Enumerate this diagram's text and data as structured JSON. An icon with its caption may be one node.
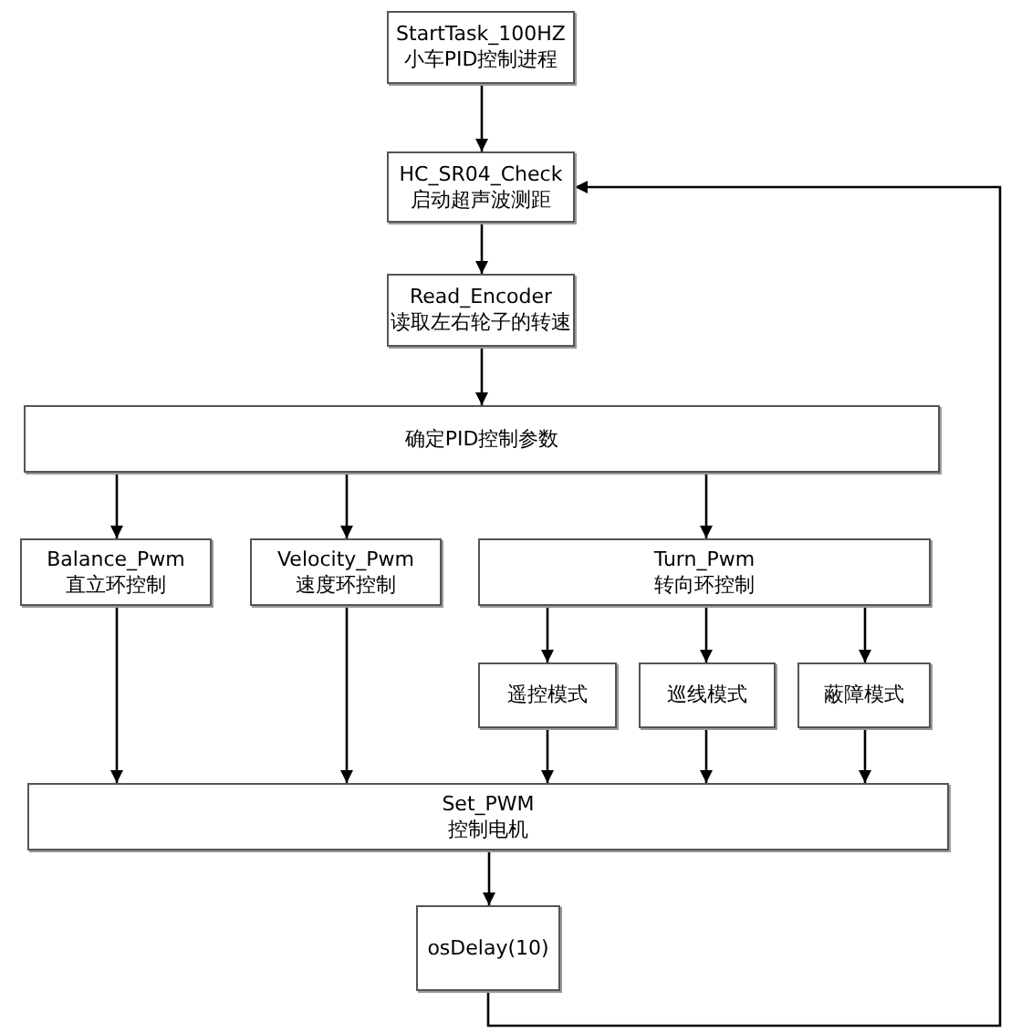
{
  "diagram": {
    "nodes": [
      {
        "text": [
          "StartTask_100HZ",
          "小车PID控制进程"
        ]
      },
      {
        "text": [
          "HC_SR04_Check",
          "启动超声波测距"
        ]
      },
      {
        "text": [
          "Read_Encoder",
          "读取左右轮子的转速"
        ]
      },
      {
        "text": [
          "确定PID控制参数"
        ]
      },
      {
        "text": [
          "Balance_Pwm",
          "直立环控制"
        ]
      },
      {
        "text": [
          "Velocity_Pwm",
          "速度环控制"
        ]
      },
      {
        "text": [
          "Turn_Pwm",
          "转向环控制"
        ]
      },
      {
        "text": [
          "遥控模式"
        ]
      },
      {
        "text": [
          "巡线模式"
        ]
      },
      {
        "text": [
          "蔽障模式"
        ]
      },
      {
        "text": [
          "Set_PWM",
          "控制电机"
        ]
      },
      {
        "text": [
          "osDelay(10)"
        ]
      }
    ],
    "edges": [
      {
        "from": 0,
        "to": 1,
        "arrow": "to"
      },
      {
        "from": 1,
        "to": 2,
        "arrow": "to"
      },
      {
        "from": 2,
        "to": 3,
        "arrow": "to"
      },
      {
        "from": 3,
        "to": 4,
        "arrow": "to"
      },
      {
        "from": 3,
        "to": 5,
        "arrow": "to"
      },
      {
        "from": 3,
        "to": 6,
        "arrow": "to"
      },
      {
        "from": 6,
        "to": 7,
        "arrow": "to"
      },
      {
        "from": 6,
        "to": 8,
        "arrow": "to"
      },
      {
        "from": 6,
        "to": 9,
        "arrow": "to"
      },
      {
        "from": 4,
        "to": 10,
        "arrow": "to"
      },
      {
        "from": 5,
        "to": 10,
        "arrow": "to"
      },
      {
        "from": 7,
        "to": 10,
        "arrow": "to"
      },
      {
        "from": 8,
        "to": 10,
        "arrow": "to"
      },
      {
        "from": 9,
        "to": 10,
        "arrow": "to"
      },
      {
        "from": 10,
        "to": 11,
        "arrow": "to"
      },
      {
        "from": 11,
        "to": 1,
        "arrow": "to"
      }
    ]
  }
}
